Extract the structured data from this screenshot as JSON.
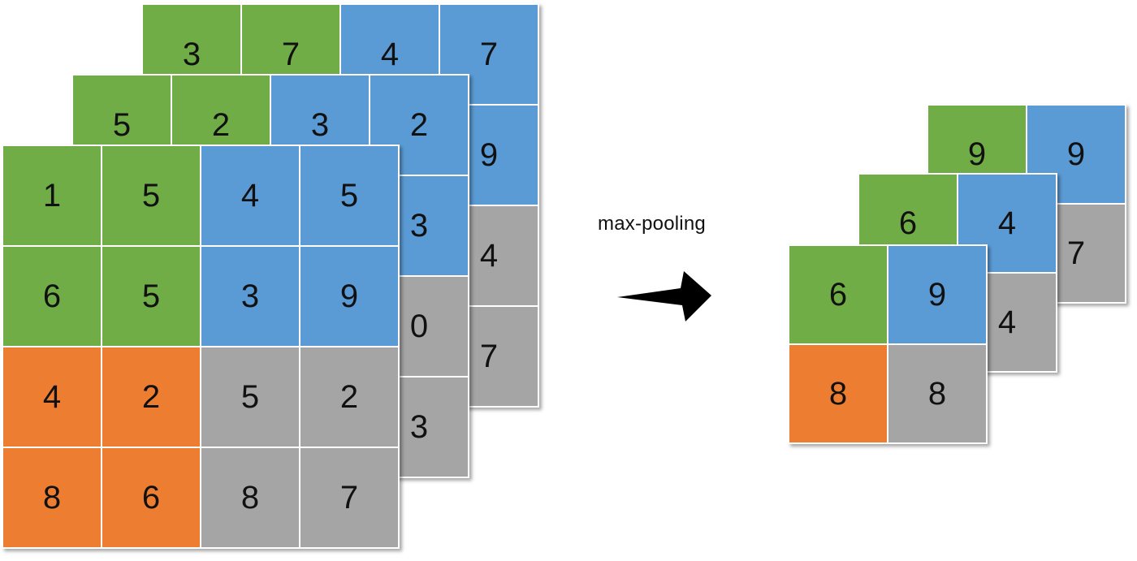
{
  "colors": {
    "green": "#70AD47",
    "blue": "#5B9BD5",
    "gray": "#A5A5A5",
    "orange": "#ED7D31"
  },
  "input_layers": [
    {
      "name": "back",
      "cells": [
        [
          {
            "v": "3",
            "c": "green"
          },
          {
            "v": "7",
            "c": "green"
          },
          {
            "v": "4",
            "c": "blue"
          },
          {
            "v": "7",
            "c": "blue"
          }
        ],
        [
          {
            "v": "",
            "c": "green"
          },
          {
            "v": "",
            "c": "green"
          },
          {
            "v": "",
            "c": "blue"
          },
          {
            "v": "9",
            "c": "blue"
          }
        ],
        [
          {
            "v": "",
            "c": "gray"
          },
          {
            "v": "",
            "c": "gray"
          },
          {
            "v": "",
            "c": "gray"
          },
          {
            "v": "4",
            "c": "gray"
          }
        ],
        [
          {
            "v": "",
            "c": "gray"
          },
          {
            "v": "",
            "c": "gray"
          },
          {
            "v": "",
            "c": "gray"
          },
          {
            "v": "7",
            "c": "gray"
          }
        ]
      ]
    },
    {
      "name": "middle",
      "cells": [
        [
          {
            "v": "5",
            "c": "green"
          },
          {
            "v": "2",
            "c": "green"
          },
          {
            "v": "3",
            "c": "blue"
          },
          {
            "v": "2",
            "c": "blue"
          }
        ],
        [
          {
            "v": "",
            "c": "green"
          },
          {
            "v": "",
            "c": "green"
          },
          {
            "v": "",
            "c": "blue"
          },
          {
            "v": "3",
            "c": "blue"
          }
        ],
        [
          {
            "v": "",
            "c": "gray"
          },
          {
            "v": "",
            "c": "gray"
          },
          {
            "v": "",
            "c": "gray"
          },
          {
            "v": "0",
            "c": "gray"
          }
        ],
        [
          {
            "v": "",
            "c": "gray"
          },
          {
            "v": "",
            "c": "gray"
          },
          {
            "v": "",
            "c": "gray"
          },
          {
            "v": "3",
            "c": "gray"
          }
        ]
      ]
    },
    {
      "name": "front",
      "cells": [
        [
          {
            "v": "1",
            "c": "green"
          },
          {
            "v": "5",
            "c": "green"
          },
          {
            "v": "4",
            "c": "blue"
          },
          {
            "v": "5",
            "c": "blue"
          }
        ],
        [
          {
            "v": "6",
            "c": "green"
          },
          {
            "v": "5",
            "c": "green"
          },
          {
            "v": "3",
            "c": "blue"
          },
          {
            "v": "9",
            "c": "blue"
          }
        ],
        [
          {
            "v": "4",
            "c": "orange"
          },
          {
            "v": "2",
            "c": "orange"
          },
          {
            "v": "5",
            "c": "gray"
          },
          {
            "v": "2",
            "c": "gray"
          }
        ],
        [
          {
            "v": "8",
            "c": "orange"
          },
          {
            "v": "6",
            "c": "orange"
          },
          {
            "v": "8",
            "c": "gray"
          },
          {
            "v": "7",
            "c": "gray"
          }
        ]
      ]
    }
  ],
  "operation_label": "max-pooling",
  "arrow_icon": "right-arrow-icon",
  "output_layers": [
    {
      "name": "back",
      "cells": [
        [
          {
            "v": "9",
            "c": "green"
          },
          {
            "v": "9",
            "c": "blue"
          }
        ],
        [
          {
            "v": "",
            "c": "gray"
          },
          {
            "v": "7",
            "c": "gray"
          }
        ]
      ]
    },
    {
      "name": "middle",
      "cells": [
        [
          {
            "v": "6",
            "c": "green"
          },
          {
            "v": "4",
            "c": "blue"
          }
        ],
        [
          {
            "v": "",
            "c": "gray"
          },
          {
            "v": "4",
            "c": "gray"
          }
        ]
      ]
    },
    {
      "name": "front",
      "cells": [
        [
          {
            "v": "6",
            "c": "green"
          },
          {
            "v": "9",
            "c": "blue"
          }
        ],
        [
          {
            "v": "8",
            "c": "orange"
          },
          {
            "v": "8",
            "c": "gray"
          }
        ]
      ]
    }
  ]
}
